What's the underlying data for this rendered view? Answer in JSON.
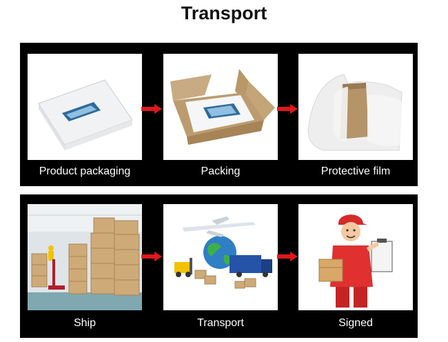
{
  "title": "Transport",
  "steps_top": [
    {
      "label": "Product packaging",
      "picture": "white-product-box"
    },
    {
      "label": "Packing",
      "picture": "box-in-carton"
    },
    {
      "label": "Protective film",
      "picture": "film-wrapped-carton"
    }
  ],
  "steps_bottom": [
    {
      "label": "Ship",
      "picture": "warehouse-cartons"
    },
    {
      "label": "Transport",
      "picture": "plane-globe-truck"
    },
    {
      "label": "Signed",
      "picture": "courier-with-parcel"
    }
  ],
  "colors": {
    "band": "#000000",
    "arrow": "#e0181b",
    "card": "#ffffff"
  }
}
